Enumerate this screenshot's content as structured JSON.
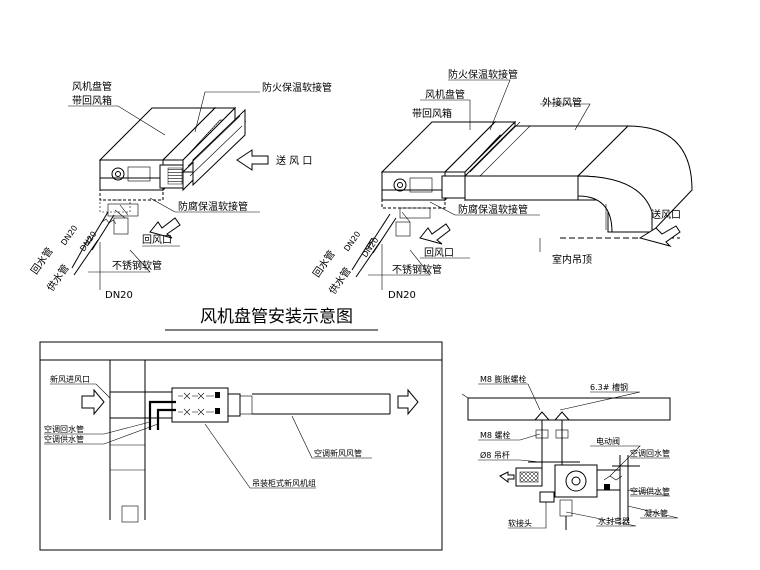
{
  "title": "风机盘管安装示意图",
  "left_diagram": {
    "unit_label_line1": "风机盘管",
    "unit_label_line2": "带回风箱",
    "fire_connector": "防火保温软接管",
    "supply_outlet": "送 风 口",
    "anticorrosion_connector": "防腐保温软接管",
    "return_outlet": "回风口",
    "stainless_hose": "不锈钢软管",
    "return_pipe": "回水管",
    "supply_pipe": "供水管",
    "dn_a": "DN20",
    "dn_b": "DN20",
    "dn_c": "DN20"
  },
  "right_diagram": {
    "fire_connector": "防火保温软接管",
    "unit_label_line1": "风机盘管",
    "unit_label_line2": "带回风箱",
    "external_duct": "外接风管",
    "anticorrosion_connector": "防腐保温软接管",
    "supply_outlet": "送风口",
    "ceiling": "室内吊顶",
    "return_outlet": "回风口",
    "stainless_hose": "不锈钢软管",
    "return_pipe": "回水管",
    "supply_pipe": "供水管",
    "dn_a": "DN20",
    "dn_b": "DN20",
    "dn_c": "DN20"
  },
  "plan_view": {
    "fresh_air_inlet": "新风进风口",
    "return_pipe": "空调回水管",
    "supply_pipe": "空调供水管",
    "fresh_air_duct": "空调新风风管",
    "unit_name": "吊装柜式新风机组"
  },
  "section_view": {
    "expansion_bolt": "M8 膨胀螺栓",
    "channel_steel": "6.3# 槽钢",
    "bolt": "M8 螺栓",
    "rod": "Ø8 吊杆",
    "regulating_valve": "电动阀",
    "return_pipe": "空调回水管",
    "supply_pipe": "空调供水管",
    "soft_joint": "软接头",
    "trap": "水封弯器",
    "drain_pipe": "凝水管"
  }
}
